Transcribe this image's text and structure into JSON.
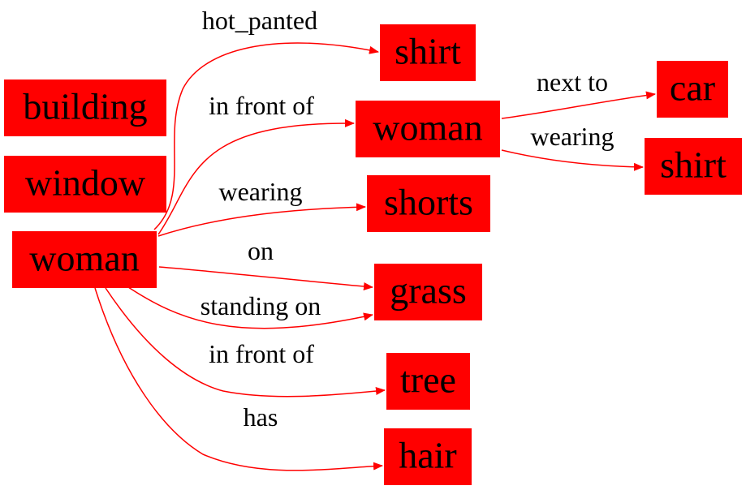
{
  "graph": {
    "colors": {
      "node_fill": "#ff0000",
      "edge": "#ff0000",
      "text": "#000000",
      "background": "#ffffff"
    },
    "nodes": [
      {
        "id": "building",
        "label": "building"
      },
      {
        "id": "window",
        "label": "window"
      },
      {
        "id": "woman-subject",
        "label": "woman"
      },
      {
        "id": "shirt-1",
        "label": "shirt"
      },
      {
        "id": "woman-object",
        "label": "woman"
      },
      {
        "id": "shorts",
        "label": "shorts"
      },
      {
        "id": "grass",
        "label": "grass"
      },
      {
        "id": "tree",
        "label": "tree"
      },
      {
        "id": "hair",
        "label": "hair"
      },
      {
        "id": "car",
        "label": "car"
      },
      {
        "id": "shirt-2",
        "label": "shirt"
      }
    ],
    "edges": [
      {
        "id": "e1",
        "from": "woman-subject",
        "to": "shirt-1",
        "label": "hot_panted"
      },
      {
        "id": "e2",
        "from": "woman-subject",
        "to": "woman-object",
        "label": "in front of"
      },
      {
        "id": "e3",
        "from": "woman-subject",
        "to": "shorts",
        "label": "wearing"
      },
      {
        "id": "e4",
        "from": "woman-subject",
        "to": "grass",
        "label": "on"
      },
      {
        "id": "e5",
        "from": "woman-subject",
        "to": "grass",
        "label": "standing on"
      },
      {
        "id": "e6",
        "from": "woman-subject",
        "to": "tree",
        "label": "in front of"
      },
      {
        "id": "e7",
        "from": "woman-subject",
        "to": "hair",
        "label": "has"
      },
      {
        "id": "e8",
        "from": "woman-object",
        "to": "car",
        "label": "next to"
      },
      {
        "id": "e9",
        "from": "woman-object",
        "to": "shirt-2",
        "label": "wearing"
      }
    ]
  }
}
